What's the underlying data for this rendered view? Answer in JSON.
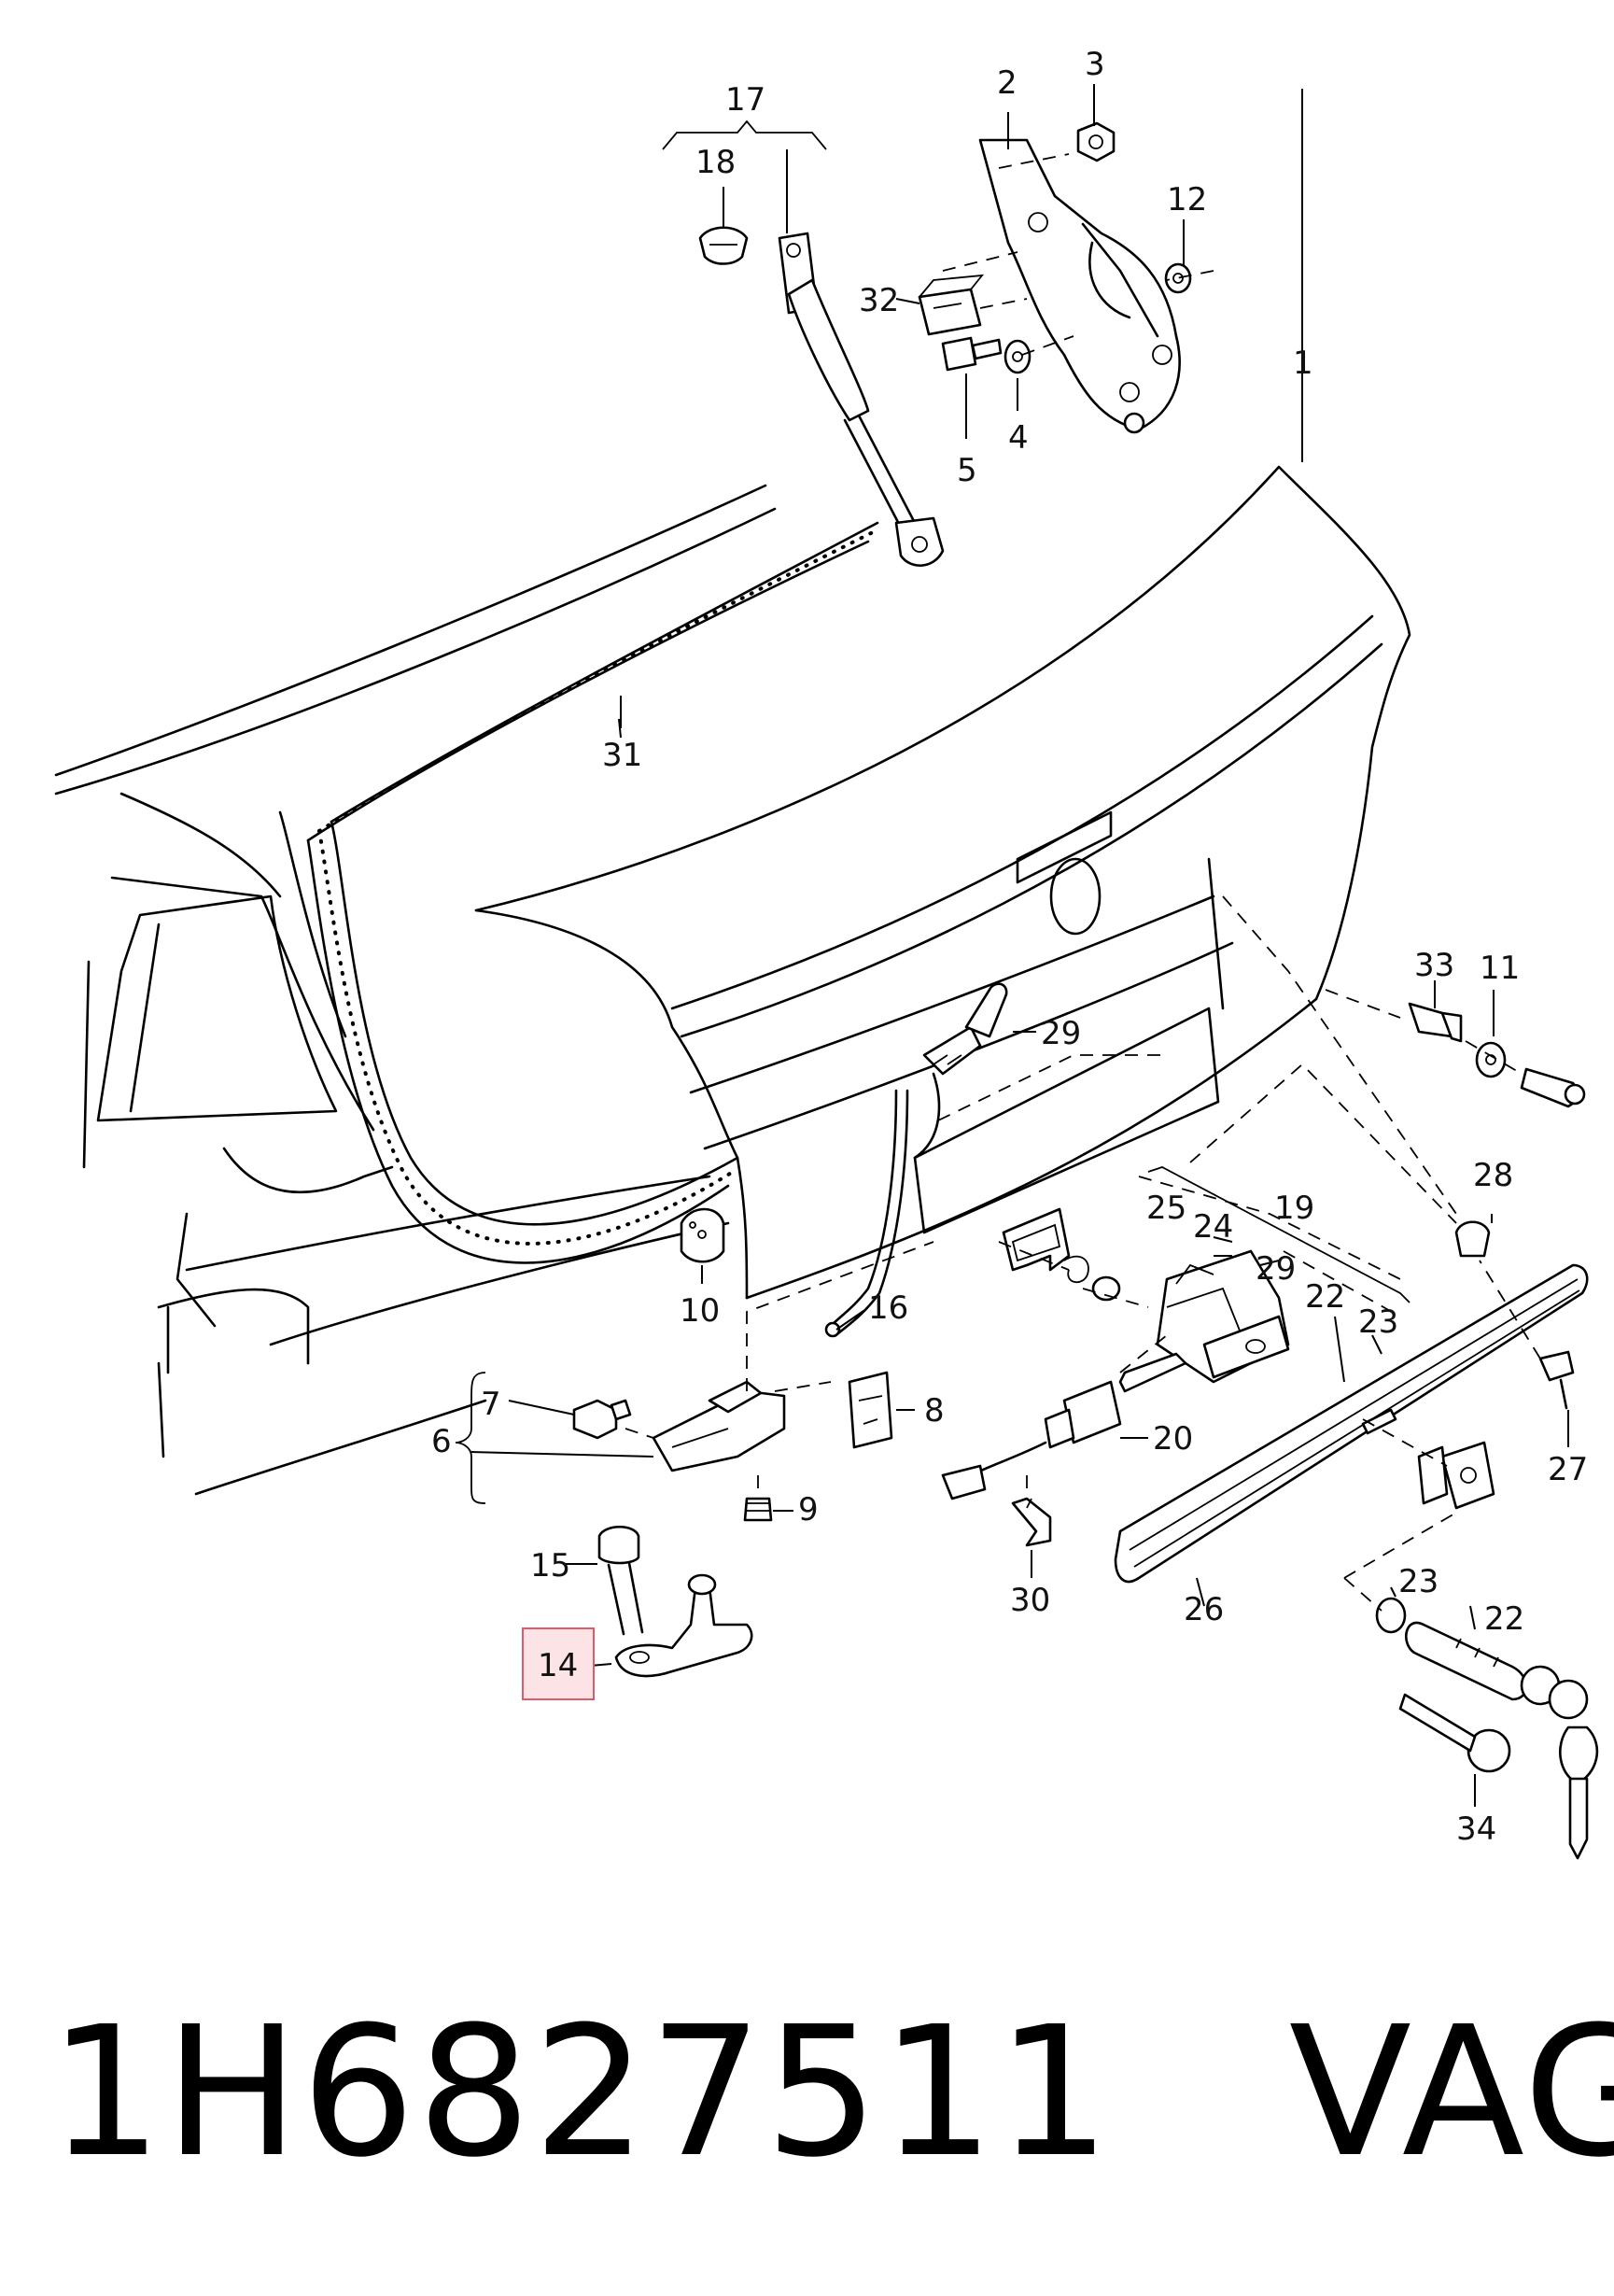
{
  "diagram": {
    "callouts": {
      "c1": "1",
      "c2": "2",
      "c3": "3",
      "c4": "4",
      "c5": "5",
      "c6": "6",
      "c7": "7",
      "c8": "8",
      "c9": "9",
      "c10": "10",
      "c11": "11",
      "c12": "12",
      "c14": "14",
      "c15": "15",
      "c16": "16",
      "c17": "17",
      "c18": "18",
      "c19": "19",
      "c20": "20",
      "c22a": "22",
      "c22b": "22",
      "c23a": "23",
      "c23b": "23",
      "c24": "24",
      "c25": "25",
      "c26": "26",
      "c27": "27",
      "c28": "28",
      "c29a": "29",
      "c29b": "29",
      "c30": "30",
      "c31": "31",
      "c32": "32",
      "c33": "33",
      "c34": "34"
    },
    "highlighted_callout": "14",
    "highlight_color": "#e05a6a",
    "highlight_fill": "#fbe3e6"
  },
  "footer": {
    "part_number": "1H6827511",
    "brand": "VAG"
  }
}
